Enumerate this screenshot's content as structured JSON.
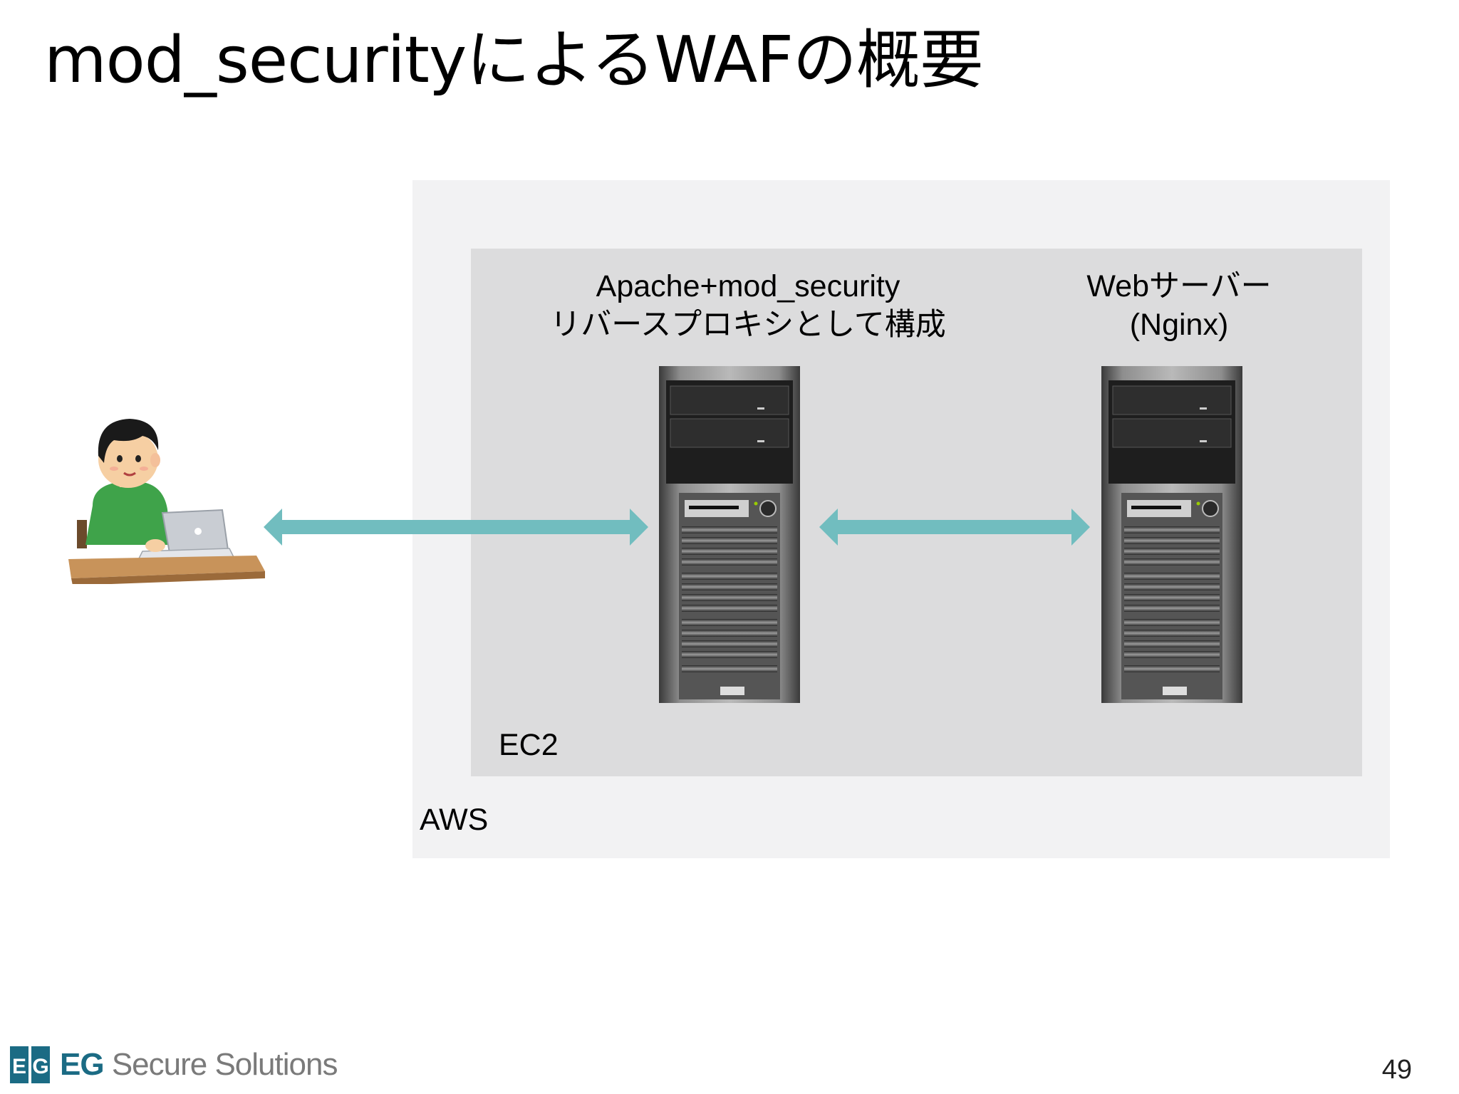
{
  "slide": {
    "title": "mod_securityによるWAFの概要",
    "page_number": "49"
  },
  "diagram": {
    "outer_region": {
      "label": "AWS"
    },
    "inner_region": {
      "label": "EC2"
    },
    "proxy_server": {
      "label_line1": "Apache+mod_security",
      "label_line2": "リバースプロキシとして構成"
    },
    "web_server": {
      "label_line1": "Webサーバー",
      "label_line2": "(Nginx)"
    },
    "arrow_color": "#71bdbf"
  },
  "footer": {
    "brand_initials": "EG",
    "brand_name": "Secure Solutions",
    "brand_color": "#1b6b84"
  }
}
